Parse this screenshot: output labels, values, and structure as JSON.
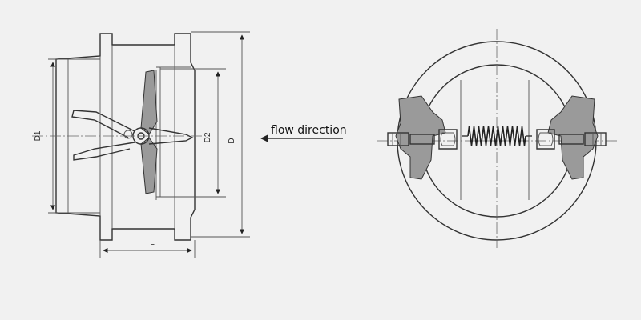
{
  "labels": {
    "d1": "D1",
    "d2": "D2",
    "d": "D",
    "l": "L",
    "flow": "flow direction"
  },
  "colors": {
    "background": "#f1f1f1",
    "line": "#333333",
    "hatch": "#9a9a9a"
  }
}
